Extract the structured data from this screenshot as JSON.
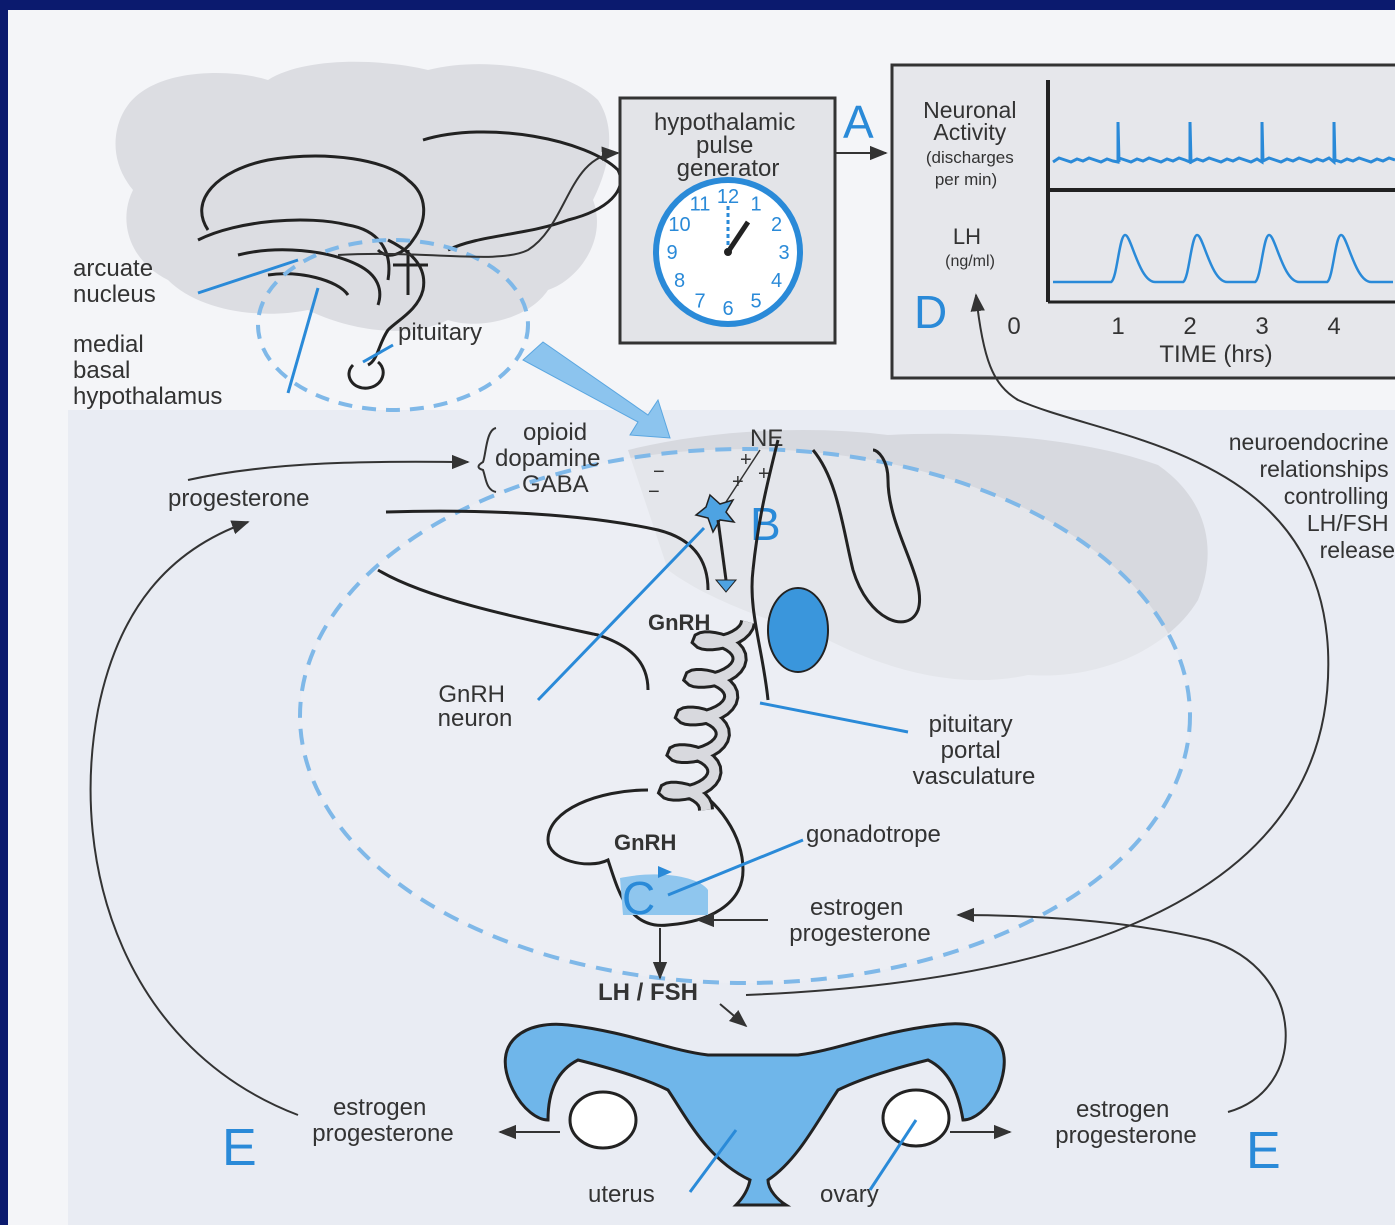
{
  "colors": {
    "frame": "#0b1a6e",
    "paper": "#f4f5f8",
    "accent": "#2a8ad8",
    "fill_blue": "#7fbfea",
    "ink": "#333333"
  },
  "top_left": {
    "arcuate": [
      "arcuate",
      "nucleus"
    ],
    "medial": [
      "medial",
      "basal",
      "hypothalamus"
    ],
    "pituitary": "pituitary"
  },
  "pulse_generator": {
    "title": [
      "hypothalamic",
      "pulse",
      "generator"
    ],
    "marker": "A",
    "clock_numbers": [
      "12",
      "1",
      "2",
      "3",
      "4",
      "5",
      "6",
      "7",
      "8",
      "9",
      "10",
      "11"
    ]
  },
  "graph": {
    "neuronal_label": [
      "Neuronal",
      "Activity",
      "(discharges",
      "per min)"
    ],
    "lh_label": [
      "LH",
      "(ng/ml)"
    ],
    "marker": "D",
    "x_ticks": [
      "0",
      "1",
      "2",
      "3",
      "4"
    ],
    "x_label": "TIME (hrs)"
  },
  "chart_data": {
    "type": "line",
    "x_label": "TIME (hrs)",
    "x_ticks": [
      0,
      1,
      2,
      3,
      4
    ],
    "neuronal_spike_times_hrs": [
      1.0,
      2.0,
      3.0,
      4.0
    ],
    "lh_peak_times_hrs": [
      1.1,
      2.1,
      3.1,
      4.1
    ]
  },
  "middle": {
    "inhibitors": [
      "opioid",
      "dopamine",
      "GABA"
    ],
    "ne": "NE",
    "marker_b": "B",
    "progesterone": "progesterone",
    "gnrh_top": "GnRH",
    "gnrh_neuron": [
      "GnRH",
      "neuron"
    ],
    "portal": [
      "pituitary",
      "portal",
      "vasculature"
    ],
    "gnrh_bottom": "GnRH",
    "gonadotrope": "gonadotrope",
    "marker_c": "C",
    "estrogen_right": [
      "estrogen",
      "progesterone"
    ],
    "lh_fsh": "LH / FSH",
    "neuroendocrine": [
      "neuroendocrine",
      "relationships",
      "controlling",
      "LH/FSH",
      "release"
    ],
    "signs": [
      "+",
      "+",
      "+",
      "−",
      "−"
    ]
  },
  "bottom": {
    "estrogen_left": [
      "estrogen",
      "progesterone"
    ],
    "marker_e_left": "E",
    "estrogen_right": [
      "estrogen",
      "progesterone"
    ],
    "marker_e_right": "E",
    "uterus": "uterus",
    "ovary": "ovary"
  }
}
